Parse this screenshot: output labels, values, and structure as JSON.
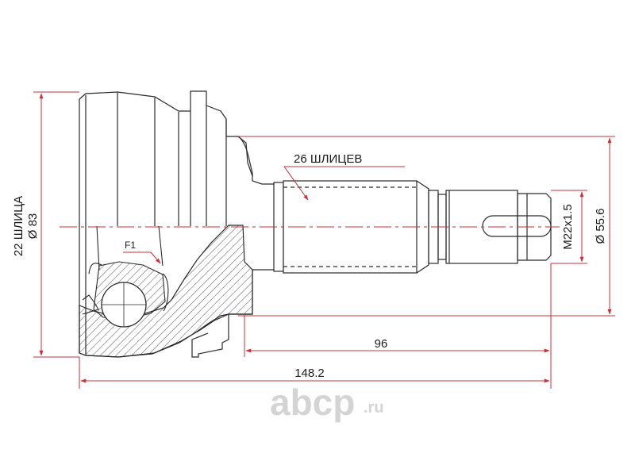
{
  "drawing": {
    "overall_length": "148.2",
    "shaft_length": "96",
    "splines_outer": "26 ШЛИЦЕВ",
    "splines_inner": "22 ШЛИЦА",
    "outer_diameter": "Ø 83",
    "shaft_diameter": "Ø 55.6",
    "thread": "M22x1.5",
    "label_f1": "F1"
  },
  "watermark": {
    "text": "abcp",
    "domain": ".ru"
  },
  "colors": {
    "outline": "#2a2a2a",
    "dimension": "#c8313a",
    "watermark": "#d4d4d4"
  }
}
